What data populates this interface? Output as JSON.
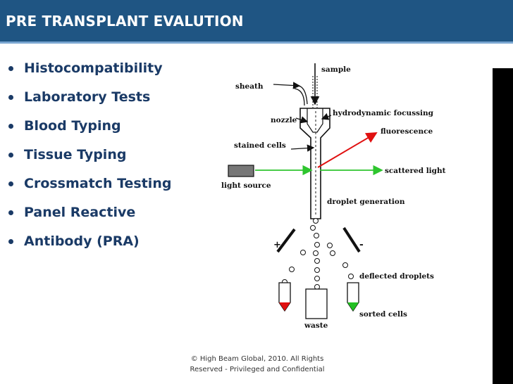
{
  "slide": {
    "title": "PRE TRANSPLANT EVALUTION",
    "bullets": [
      "Histocompatibility",
      "Laboratory Tests",
      "Blood Typing",
      "Tissue Typing",
      "Crossmatch Testing",
      "Panel Reactive",
      "Antibody (PRA)"
    ],
    "footer_line1": "© High Beam Global, 2010. All Rights",
    "footer_line2": "Reserved - Privileged and Confidential"
  },
  "diagram": {
    "labels": {
      "sample": "sample",
      "sheath": "sheath",
      "nozzle": "nozzle",
      "hydrodynamic": "hydrodynamic focussing",
      "fluorescence": "fluorescence",
      "stained_cells": "stained cells",
      "scattered_light": "scattered light",
      "light_source": "light source",
      "droplet_generation": "droplet generation",
      "deflected_droplets": "deflected droplets",
      "sorted_cells": "sorted cells",
      "waste": "waste",
      "plus": "+",
      "minus": "-"
    },
    "colors": {
      "scatter_beam": "#2ec52e",
      "fluorescence_arrow": "#e01010",
      "left_tube_tip": "#e01010",
      "right_tube_tip": "#22c022"
    }
  }
}
